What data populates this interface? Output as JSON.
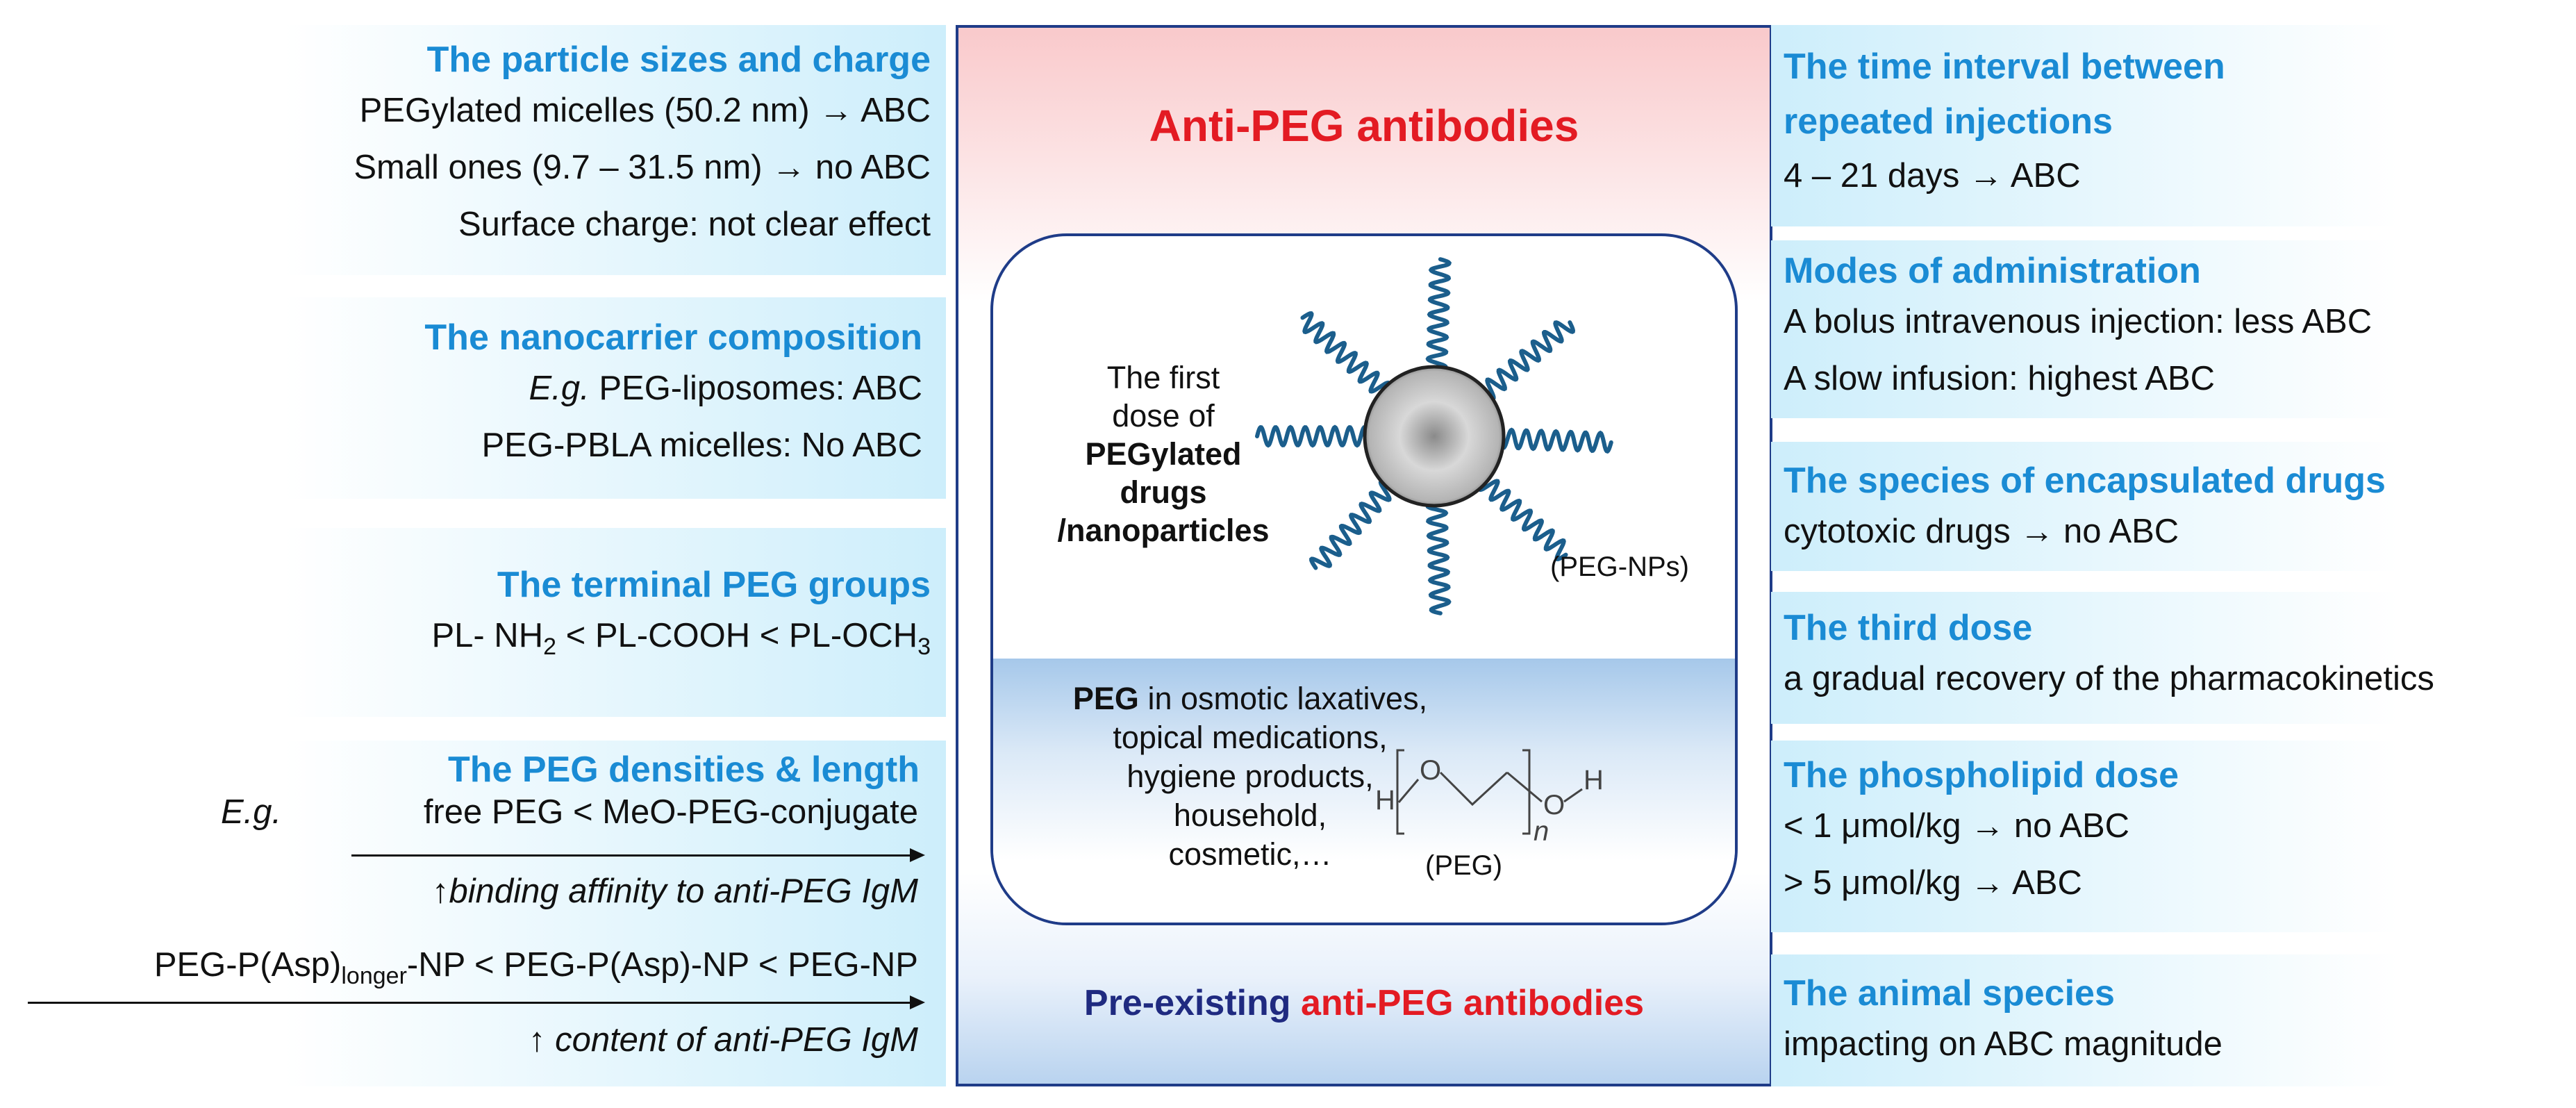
{
  "left": {
    "particle": {
      "title": "The particle sizes and charge",
      "l1": "PEGylated micelles (50.2 nm) → ABC",
      "l2": "Small ones (9.7 – 31.5 nm) → no ABC",
      "l3": "Surface charge: not clear effect"
    },
    "composition": {
      "title": "The nanocarrier composition",
      "eg": "E.g.",
      "l1": " PEG-liposomes: ABC",
      "l2": "PEG-PBLA micelles: No ABC"
    },
    "terminal": {
      "title": "The terminal PEG groups",
      "a": "PL- NH",
      "a_sub": "2",
      "b": " < PL-COOH < PL-OCH",
      "b_sub": "3"
    },
    "densities": {
      "title": "The PEG densities & length",
      "eg": "E.g.",
      "l1": "free PEG < MeO-PEG-conjugate",
      "l2": "↑binding affinity to anti-PEG IgM",
      "l3a": "PEG-P(Asp)",
      "l3sub": "longer",
      "l3b": "-NP < PEG-P(Asp)-NP < PEG-NP",
      "l4": "↑ content of anti-PEG IgM"
    }
  },
  "center": {
    "title": "Anti-PEG antibodies",
    "first_dose": [
      "The first",
      "dose of"
    ],
    "first_dose_bold": [
      "PEGylated",
      "drugs",
      "/nanoparticles"
    ],
    "peg_nps": "(PEG-NPs)",
    "peg_bold": "PEG",
    "peg_lines": [
      " in osmotic laxatives,",
      "topical medications,",
      "hygiene products,",
      "household,",
      "cosmetic,…"
    ],
    "peg_label": "(PEG)",
    "formula": {
      "h1": "H",
      "o1": "O",
      "o2": "O",
      "h2": "H",
      "n": "n"
    },
    "pre_a": "Pre-existing",
    "pre_b": "anti-PEG antibodies"
  },
  "right": {
    "interval": {
      "title1": "The time interval between",
      "title2": "repeated injections",
      "l1": "4 – 21 days → ABC"
    },
    "modes": {
      "title": "Modes of administration",
      "l1": "A bolus intravenous injection: less ABC",
      "l2": "A slow infusion: highest ABC"
    },
    "species_drugs": {
      "title": "The species of encapsulated drugs",
      "l1": "cytotoxic drugs → no ABC"
    },
    "third": {
      "title": "The third dose",
      "l1": "a gradual recovery of the pharmacokinetics"
    },
    "phospholipid": {
      "title": "The phospholipid dose",
      "l1": "< 1 μmol/kg → no ABC",
      "l2": "> 5 μmol/kg → ABC"
    },
    "animal": {
      "title": "The animal species",
      "l1": "impacting on ABC magnitude"
    }
  },
  "colors": {
    "title_blue": "#1a8bd4",
    "red": "#e31b23",
    "navy": "#1f2a80",
    "strand": "#1b5e8c"
  }
}
